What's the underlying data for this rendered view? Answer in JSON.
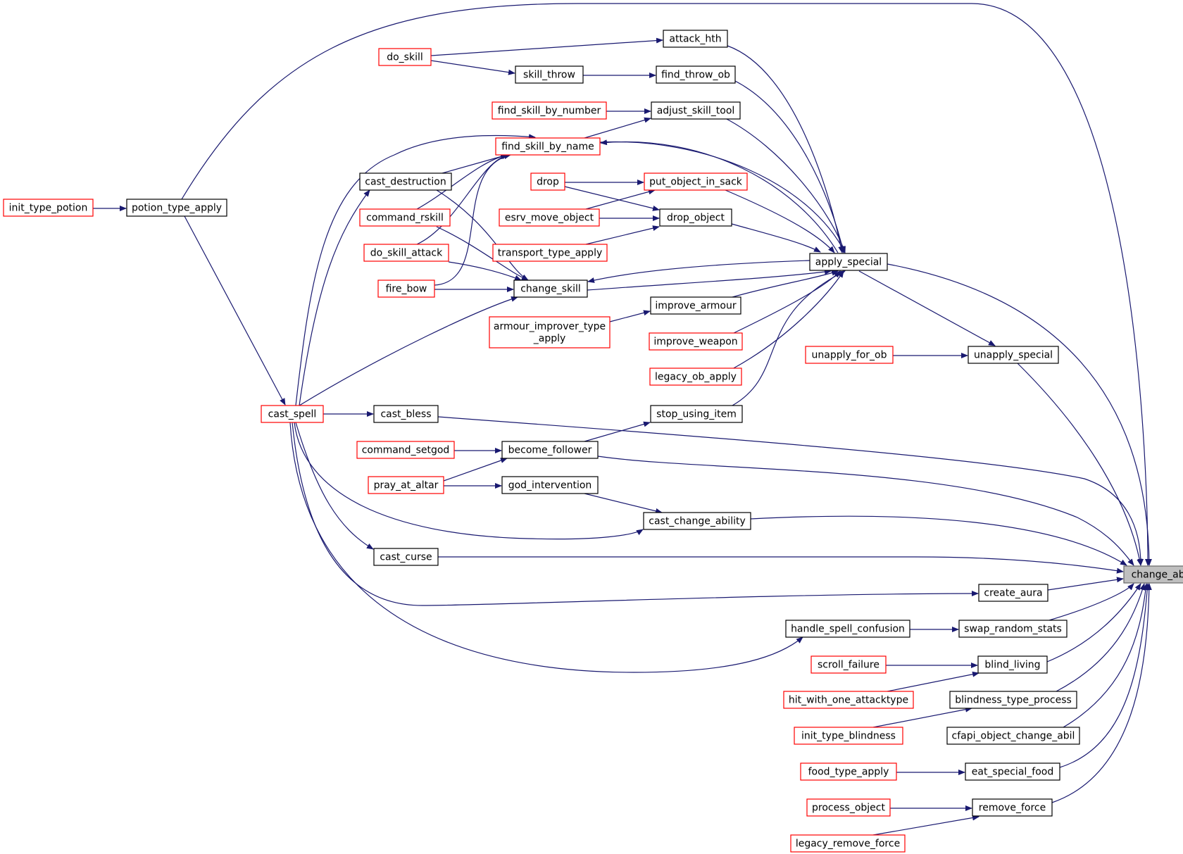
{
  "diagram": {
    "type": "caller-graph",
    "colors": {
      "edge": "#191970",
      "node_border_normal": "#000000",
      "node_border_truncated": "#ff0000",
      "node_fill": "#ffffff",
      "root_fill": "#bfbfbf",
      "root_border": "#666666"
    },
    "root": "change_abil",
    "nodes": [
      {
        "id": "change_abil",
        "lines": [
          "change_abil"
        ],
        "style": "root"
      },
      {
        "id": "apply_special",
        "lines": [
          "apply_special"
        ],
        "style": "normal"
      },
      {
        "id": "attack_hth",
        "lines": [
          "attack_hth"
        ],
        "style": "normal"
      },
      {
        "id": "do_skill",
        "lines": [
          "do_skill"
        ],
        "style": "truncated"
      },
      {
        "id": "skill_throw",
        "lines": [
          "skill_throw"
        ],
        "style": "normal"
      },
      {
        "id": "find_throw_ob",
        "lines": [
          "find_throw_ob"
        ],
        "style": "normal"
      },
      {
        "id": "find_skill_by_number",
        "lines": [
          "find_skill_by_number"
        ],
        "style": "truncated"
      },
      {
        "id": "adjust_skill_tool",
        "lines": [
          "adjust_skill_tool"
        ],
        "style": "normal"
      },
      {
        "id": "find_skill_by_name",
        "lines": [
          "find_skill_by_name"
        ],
        "style": "truncated"
      },
      {
        "id": "cast_destruction",
        "lines": [
          "cast_destruction"
        ],
        "style": "normal"
      },
      {
        "id": "drop",
        "lines": [
          "drop"
        ],
        "style": "truncated"
      },
      {
        "id": "put_object_in_sack",
        "lines": [
          "put_object_in_sack"
        ],
        "style": "truncated"
      },
      {
        "id": "init_type_potion",
        "lines": [
          "init_type_potion"
        ],
        "style": "truncated"
      },
      {
        "id": "potion_type_apply",
        "lines": [
          "potion_type_apply"
        ],
        "style": "normal"
      },
      {
        "id": "command_rskill",
        "lines": [
          "command_rskill"
        ],
        "style": "truncated"
      },
      {
        "id": "esrv_move_object",
        "lines": [
          "esrv_move_object"
        ],
        "style": "truncated"
      },
      {
        "id": "drop_object",
        "lines": [
          "drop_object"
        ],
        "style": "normal"
      },
      {
        "id": "do_skill_attack",
        "lines": [
          "do_skill_attack"
        ],
        "style": "truncated"
      },
      {
        "id": "transport_type_apply",
        "lines": [
          "transport_type_apply"
        ],
        "style": "truncated"
      },
      {
        "id": "fire_bow",
        "lines": [
          "fire_bow"
        ],
        "style": "truncated"
      },
      {
        "id": "change_skill",
        "lines": [
          "change_skill"
        ],
        "style": "normal"
      },
      {
        "id": "improve_armour",
        "lines": [
          "improve_armour"
        ],
        "style": "normal"
      },
      {
        "id": "armour_improver_type_apply",
        "lines": [
          "armour_improver_type",
          "_apply"
        ],
        "style": "truncated"
      },
      {
        "id": "improve_weapon",
        "lines": [
          "improve_weapon"
        ],
        "style": "truncated"
      },
      {
        "id": "unapply_for_ob",
        "lines": [
          "unapply_for_ob"
        ],
        "style": "truncated"
      },
      {
        "id": "unapply_special",
        "lines": [
          "unapply_special"
        ],
        "style": "normal"
      },
      {
        "id": "legacy_ob_apply",
        "lines": [
          "legacy_ob_apply"
        ],
        "style": "truncated"
      },
      {
        "id": "cast_spell",
        "lines": [
          "cast_spell"
        ],
        "style": "truncated"
      },
      {
        "id": "cast_bless",
        "lines": [
          "cast_bless"
        ],
        "style": "normal"
      },
      {
        "id": "stop_using_item",
        "lines": [
          "stop_using_item"
        ],
        "style": "normal"
      },
      {
        "id": "command_setgod",
        "lines": [
          "command_setgod"
        ],
        "style": "truncated"
      },
      {
        "id": "become_follower",
        "lines": [
          "become_follower"
        ],
        "style": "normal"
      },
      {
        "id": "pray_at_altar",
        "lines": [
          "pray_at_altar"
        ],
        "style": "truncated"
      },
      {
        "id": "god_intervention",
        "lines": [
          "god_intervention"
        ],
        "style": "normal"
      },
      {
        "id": "cast_change_ability",
        "lines": [
          "cast_change_ability"
        ],
        "style": "normal"
      },
      {
        "id": "cast_curse",
        "lines": [
          "cast_curse"
        ],
        "style": "normal"
      },
      {
        "id": "create_aura",
        "lines": [
          "create_aura"
        ],
        "style": "normal"
      },
      {
        "id": "handle_spell_confusion",
        "lines": [
          "handle_spell_confusion"
        ],
        "style": "normal"
      },
      {
        "id": "swap_random_stats",
        "lines": [
          "swap_random_stats"
        ],
        "style": "normal"
      },
      {
        "id": "scroll_failure",
        "lines": [
          "scroll_failure"
        ],
        "style": "truncated"
      },
      {
        "id": "blind_living",
        "lines": [
          "blind_living"
        ],
        "style": "normal"
      },
      {
        "id": "hit_with_one_attacktype",
        "lines": [
          "hit_with_one_attacktype"
        ],
        "style": "truncated"
      },
      {
        "id": "blindness_type_process",
        "lines": [
          "blindness_type_process"
        ],
        "style": "normal"
      },
      {
        "id": "init_type_blindness",
        "lines": [
          "init_type_blindness"
        ],
        "style": "truncated"
      },
      {
        "id": "cfapi_object_change_abil",
        "lines": [
          "cfapi_object_change_abil"
        ],
        "style": "normal"
      },
      {
        "id": "food_type_apply",
        "lines": [
          "food_type_apply"
        ],
        "style": "truncated"
      },
      {
        "id": "eat_special_food",
        "lines": [
          "eat_special_food"
        ],
        "style": "normal"
      },
      {
        "id": "process_object",
        "lines": [
          "process_object"
        ],
        "style": "truncated"
      },
      {
        "id": "remove_force",
        "lines": [
          "remove_force"
        ],
        "style": "normal"
      },
      {
        "id": "legacy_remove_force",
        "lines": [
          "legacy_remove_force"
        ],
        "style": "truncated"
      }
    ],
    "edges": [
      {
        "from": "potion_type_apply",
        "to": "change_abil"
      },
      {
        "from": "attack_hth",
        "to": "apply_special"
      },
      {
        "from": "find_throw_ob",
        "to": "apply_special"
      },
      {
        "from": "adjust_skill_tool",
        "to": "apply_special"
      },
      {
        "from": "find_skill_by_name",
        "to": "apply_special"
      },
      {
        "from": "put_object_in_sack",
        "to": "apply_special"
      },
      {
        "from": "drop_object",
        "to": "apply_special"
      },
      {
        "from": "change_skill",
        "to": "apply_special"
      },
      {
        "from": "improve_armour",
        "to": "apply_special"
      },
      {
        "from": "improve_weapon",
        "to": "apply_special"
      },
      {
        "from": "legacy_ob_apply",
        "to": "apply_special"
      },
      {
        "from": "stop_using_item",
        "to": "apply_special"
      },
      {
        "from": "apply_special",
        "to": "change_abil"
      },
      {
        "from": "apply_special",
        "to": "unapply_special"
      },
      {
        "from": "apply_special",
        "to": "change_skill"
      },
      {
        "from": "apply_special",
        "to": "find_skill_by_name"
      },
      {
        "from": "do_skill",
        "to": "attack_hth"
      },
      {
        "from": "do_skill",
        "to": "skill_throw"
      },
      {
        "from": "skill_throw",
        "to": "find_throw_ob"
      },
      {
        "from": "find_skill_by_number",
        "to": "adjust_skill_tool"
      },
      {
        "from": "find_skill_by_name",
        "to": "adjust_skill_tool"
      },
      {
        "from": "cast_destruction",
        "to": "find_skill_by_name"
      },
      {
        "from": "command_rskill",
        "to": "find_skill_by_name"
      },
      {
        "from": "do_skill_attack",
        "to": "find_skill_by_name"
      },
      {
        "from": "fire_bow",
        "to": "find_skill_by_name"
      },
      {
        "from": "cast_spell",
        "to": "find_skill_by_name"
      },
      {
        "from": "drop",
        "to": "put_object_in_sack"
      },
      {
        "from": "drop",
        "to": "drop_object"
      },
      {
        "from": "esrv_move_object",
        "to": "put_object_in_sack"
      },
      {
        "from": "esrv_move_object",
        "to": "drop_object"
      },
      {
        "from": "transport_type_apply",
        "to": "drop_object"
      },
      {
        "from": "init_type_potion",
        "to": "potion_type_apply"
      },
      {
        "from": "potion_type_apply",
        "to": "cast_spell"
      },
      {
        "from": "cast_spell",
        "to": "cast_destruction"
      },
      {
        "from": "cast_destruction",
        "to": "change_skill"
      },
      {
        "from": "command_rskill",
        "to": "change_skill"
      },
      {
        "from": "do_skill_attack",
        "to": "change_skill"
      },
      {
        "from": "fire_bow",
        "to": "change_skill"
      },
      {
        "from": "cast_spell",
        "to": "change_skill"
      },
      {
        "from": "armour_improver_type_apply",
        "to": "improve_armour"
      },
      {
        "from": "unapply_for_ob",
        "to": "unapply_special"
      },
      {
        "from": "unapply_special",
        "to": "change_abil"
      },
      {
        "from": "cast_spell",
        "to": "cast_bless"
      },
      {
        "from": "cast_bless",
        "to": "change_abil"
      },
      {
        "from": "become_follower",
        "to": "stop_using_item"
      },
      {
        "from": "command_setgod",
        "to": "become_follower"
      },
      {
        "from": "pray_at_altar",
        "to": "become_follower"
      },
      {
        "from": "become_follower",
        "to": "change_abil"
      },
      {
        "from": "pray_at_altar",
        "to": "god_intervention"
      },
      {
        "from": "god_intervention",
        "to": "cast_change_ability"
      },
      {
        "from": "cast_spell",
        "to": "cast_change_ability"
      },
      {
        "from": "cast_change_ability",
        "to": "change_abil"
      },
      {
        "from": "cast_spell",
        "to": "cast_curse"
      },
      {
        "from": "cast_curse",
        "to": "change_abil"
      },
      {
        "from": "cast_spell",
        "to": "create_aura"
      },
      {
        "from": "create_aura",
        "to": "change_abil"
      },
      {
        "from": "cast_spell",
        "to": "handle_spell_confusion"
      },
      {
        "from": "handle_spell_confusion",
        "to": "swap_random_stats"
      },
      {
        "from": "swap_random_stats",
        "to": "change_abil"
      },
      {
        "from": "scroll_failure",
        "to": "blind_living"
      },
      {
        "from": "hit_with_one_attacktype",
        "to": "blind_living"
      },
      {
        "from": "blind_living",
        "to": "change_abil"
      },
      {
        "from": "init_type_blindness",
        "to": "blindness_type_process"
      },
      {
        "from": "blindness_type_process",
        "to": "change_abil"
      },
      {
        "from": "cfapi_object_change_abil",
        "to": "change_abil"
      },
      {
        "from": "food_type_apply",
        "to": "eat_special_food"
      },
      {
        "from": "eat_special_food",
        "to": "change_abil"
      },
      {
        "from": "process_object",
        "to": "remove_force"
      },
      {
        "from": "legacy_remove_force",
        "to": "remove_force"
      },
      {
        "from": "remove_force",
        "to": "change_abil"
      }
    ]
  }
}
